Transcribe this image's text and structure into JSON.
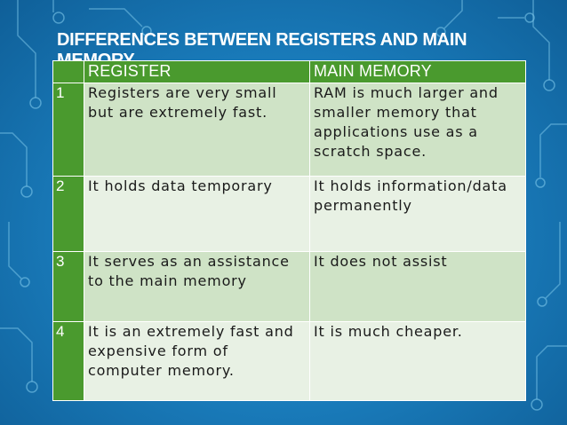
{
  "slide": {
    "title": "DIFFERENCES BETWEEN REGISTERS AND MAIN MEMORY"
  },
  "table": {
    "headers": [
      "",
      "REGISTER",
      "MAIN MEMORY"
    ],
    "rows": [
      {
        "num": "1",
        "register": "Registers are very small but are extremely fast.",
        "main_memory": "RAM is much larger and smaller memory that applications use as a scratch space."
      },
      {
        "num": "2",
        "register": "It holds data temporary",
        "main_memory": "It holds information/data permanently"
      },
      {
        "num": "3",
        "register": "It serves as an assistance to the main memory",
        "main_memory": "It does not assist"
      },
      {
        "num": "4",
        "register": "It is an extremely fast and expensive form of computer memory.",
        "main_memory": "It is much cheaper."
      }
    ]
  },
  "colors": {
    "background": "#1b7fbf",
    "header_green": "#4a9a2e",
    "row_light": "#cfe3c6",
    "row_lighter": "#e8f1e4"
  }
}
